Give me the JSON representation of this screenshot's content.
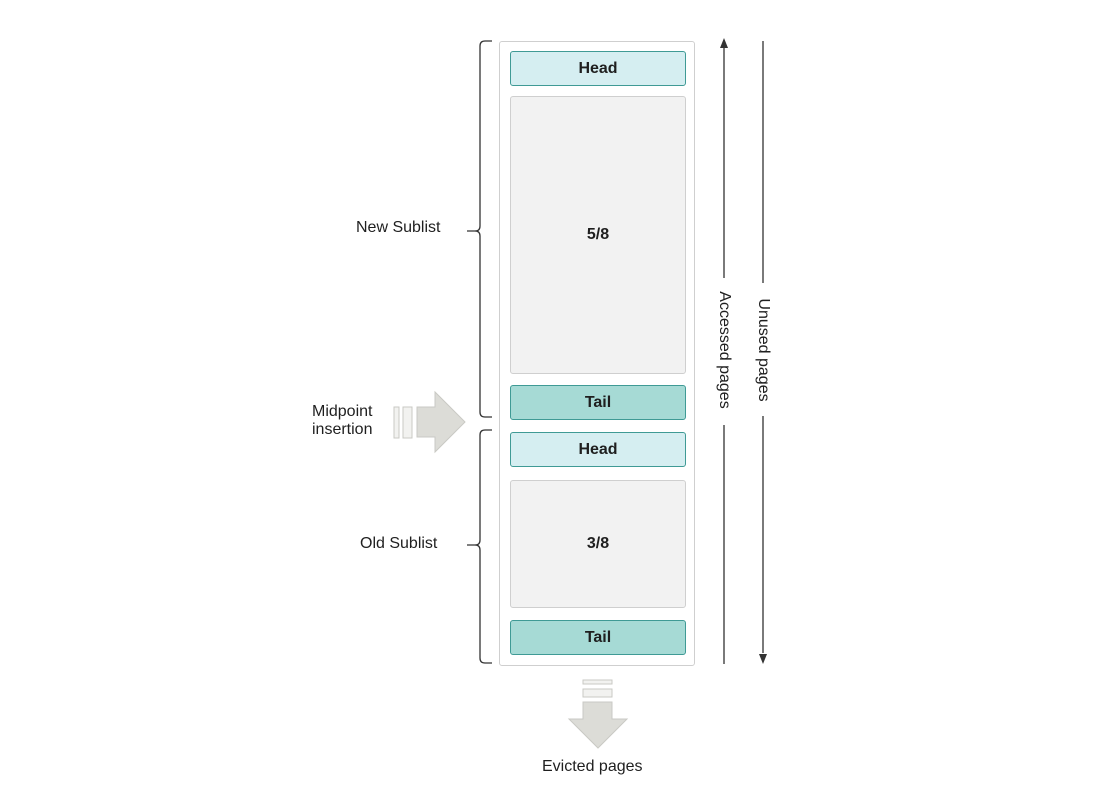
{
  "diagram": {
    "new_sublist": {
      "label": "New Sublist",
      "head_label": "Head",
      "fraction_label": "5/8",
      "tail_label": "Tail"
    },
    "old_sublist": {
      "label": "Old Sublist",
      "head_label": "Head",
      "fraction_label": "3/8",
      "tail_label": "Tail"
    },
    "midpoint_label_line1": "Midpoint",
    "midpoint_label_line2": "insertion",
    "accessed_pages_label": "Accessed pages",
    "unused_pages_label": "Unused pages",
    "evicted_pages_label": "Evicted pages"
  }
}
